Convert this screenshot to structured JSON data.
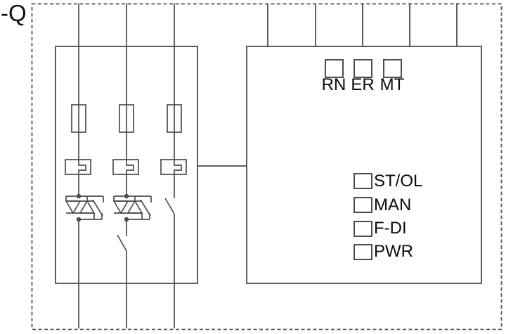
{
  "device": {
    "designation_label": "-Q"
  },
  "colors": {
    "line": "#4d4d4d",
    "dashed_boundary": "#555555",
    "text": "#0c0c0c",
    "background": "#ffffff"
  },
  "power_section": {
    "phase_count": 3,
    "symbols": {
      "fuse": "rectangle-with-line-through",
      "thermal_overload": "rectangle-with-conductor-jog",
      "thyristors": "anti-parallel-thyristor-pair",
      "bypass_contact": "parallel-no-contact",
      "series_contact": "no-contact"
    }
  },
  "control_section": {
    "terminal_line_count": 5,
    "top_leds": [
      {
        "label": "RN"
      },
      {
        "label": "ER"
      },
      {
        "label": "MT"
      }
    ],
    "side_leds": [
      {
        "label": "ST/OL"
      },
      {
        "label": "MAN"
      },
      {
        "label": "F-DI"
      },
      {
        "label": "PWR"
      }
    ]
  }
}
